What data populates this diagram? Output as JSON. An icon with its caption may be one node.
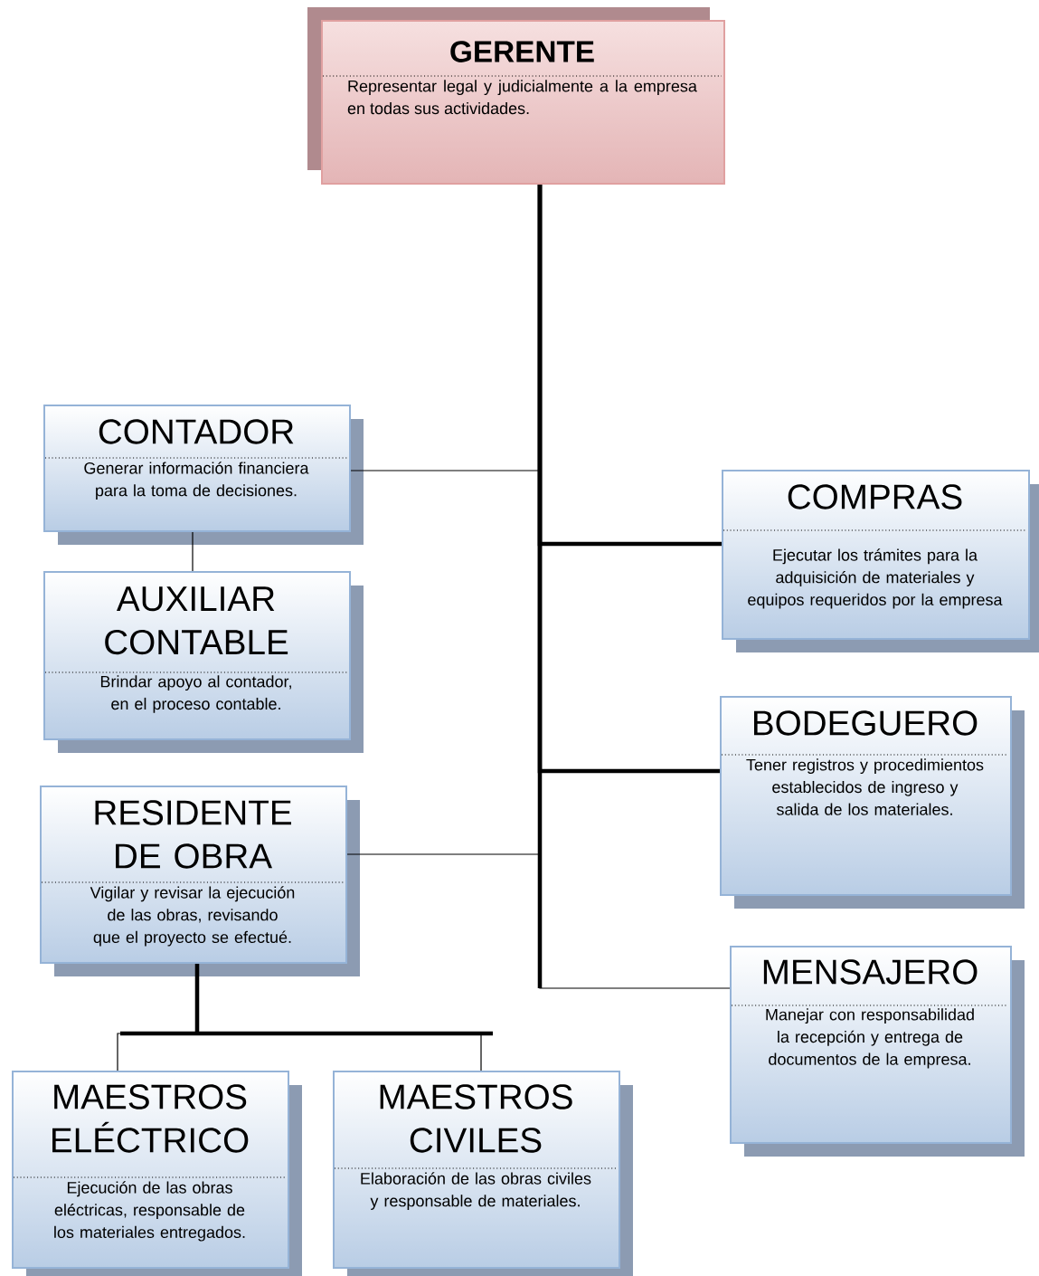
{
  "diagram": {
    "nodes": [
      {
        "text": [
          "GERENTE",
          "Representar legal y judicialmente a la empresa en todas sus actividades."
        ]
      },
      {
        "text": [
          "CONTADOR",
          "Generar información financiera para la toma de decisiones."
        ]
      },
      {
        "text": [
          "AUXILIAR CONTABLE",
          "Brindar apoyo al contador, en el proceso contable."
        ]
      },
      {
        "text": [
          "RESIDENTE DE OBRA",
          "Vigilar y revisar la ejecución de las obras, revisando que el proyecto se efectué."
        ]
      },
      {
        "text": [
          "MAESTROS ELÉCTRICO",
          "Ejecución de las obras eléctricas, responsable de los materiales entregados."
        ]
      },
      {
        "text": [
          "MAESTROS CIVILES",
          "Elaboración de las obras civiles y responsable de materiales."
        ]
      },
      {
        "text": [
          "COMPRAS",
          "Ejecutar los trámites para la adquisición de materiales y equipos requeridos por la empresa"
        ]
      },
      {
        "text": [
          "BODEGUERO",
          "Tener registros y procedimientos establecidos de ingreso y salida de los materiales."
        ]
      },
      {
        "text": [
          "MENSAJERO",
          "Manejar con responsabilidad la recepción y entrega de documentos de la empresa."
        ]
      }
    ],
    "edges": [
      {
        "from": 0,
        "to": 1,
        "arrow": "none"
      },
      {
        "from": 1,
        "to": 2,
        "arrow": "none"
      },
      {
        "from": 0,
        "to": 6,
        "arrow": "none",
        "style": "thick"
      },
      {
        "from": 0,
        "to": 7,
        "arrow": "none",
        "style": "thick"
      },
      {
        "from": 0,
        "to": 3,
        "arrow": "none"
      },
      {
        "from": 3,
        "to": 4,
        "arrow": "none"
      },
      {
        "from": 3,
        "to": 5,
        "arrow": "none"
      },
      {
        "from": 0,
        "to": 8,
        "arrow": "none"
      }
    ]
  }
}
